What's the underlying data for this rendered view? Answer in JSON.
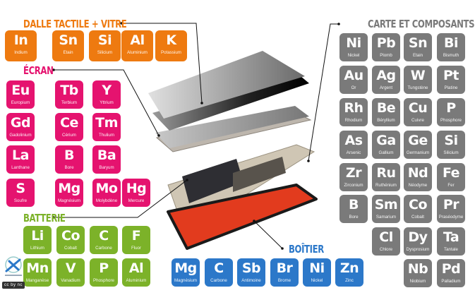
{
  "colors": {
    "dalle": "#ee7a10",
    "ecran": "#e5136f",
    "batterie": "#7cb229",
    "boitier": "#2c78c9",
    "carte": "#7a7a7a"
  },
  "groups": {
    "dalle": {
      "title": "DALLE TACTILE + VITRE",
      "elements": [
        {
          "symbol": "In",
          "name": "Indium"
        },
        {
          "symbol": "Sn",
          "name": "Etain"
        },
        {
          "symbol": "Si",
          "name": "Silicium"
        },
        {
          "symbol": "Al",
          "name": "Aluminium"
        },
        {
          "symbol": "K",
          "name": "Potassium"
        }
      ]
    },
    "ecran": {
      "title": "ÉCRAN",
      "elements": [
        {
          "symbol": "Eu",
          "name": "Europium"
        },
        {
          "symbol": "Tb",
          "name": "Terbium"
        },
        {
          "symbol": "Y",
          "name": "Yttrium"
        },
        {
          "symbol": "Gd",
          "name": "Gadolinium"
        },
        {
          "symbol": "Ce",
          "name": "Cérium"
        },
        {
          "symbol": "Tm",
          "name": "Thulium"
        },
        {
          "symbol": "La",
          "name": "Lanthane"
        },
        {
          "symbol": "B",
          "name": "Bore"
        },
        {
          "symbol": "Ba",
          "name": "Baryum"
        },
        {
          "symbol": "S",
          "name": "Soufre"
        },
        {
          "symbol": "Mg",
          "name": "Magnésium"
        },
        {
          "symbol": "Mo",
          "name": "Molybdène"
        },
        {
          "symbol": "Hg",
          "name": "Mercure"
        }
      ]
    },
    "batterie": {
      "title": "BATTERIE",
      "elements": [
        {
          "symbol": "Li",
          "name": "Lithium"
        },
        {
          "symbol": "Co",
          "name": "Cobalt"
        },
        {
          "symbol": "C",
          "name": "Carbone"
        },
        {
          "symbol": "F",
          "name": "Fluor"
        },
        {
          "symbol": "Mn",
          "name": "Manganèse"
        },
        {
          "symbol": "V",
          "name": "Vanadium"
        },
        {
          "symbol": "P",
          "name": "Phosphore"
        },
        {
          "symbol": "Al",
          "name": "Aluminium"
        }
      ]
    },
    "boitier": {
      "title": "BOÎTIER",
      "elements": [
        {
          "symbol": "Mg",
          "name": "Magnésium"
        },
        {
          "symbol": "C",
          "name": "Carbone"
        },
        {
          "symbol": "Sb",
          "name": "Antimoine"
        },
        {
          "symbol": "Br",
          "name": "Brome"
        },
        {
          "symbol": "Ni",
          "name": "Nickel"
        },
        {
          "symbol": "Zn",
          "name": "Zinc"
        }
      ]
    },
    "carte": {
      "title": "CARTE ET COMPOSANTS",
      "elements": [
        {
          "symbol": "Ni",
          "name": "Nickel"
        },
        {
          "symbol": "Pb",
          "name": "Plomb"
        },
        {
          "symbol": "Sn",
          "name": "Etain"
        },
        {
          "symbol": "Bi",
          "name": "Bismuth"
        },
        {
          "symbol": "Au",
          "name": "Or"
        },
        {
          "symbol": "Ag",
          "name": "Argent"
        },
        {
          "symbol": "W",
          "name": "Tungstène"
        },
        {
          "symbol": "Pt",
          "name": "Platine"
        },
        {
          "symbol": "Rh",
          "name": "Rhodium"
        },
        {
          "symbol": "Be",
          "name": "Béryllium"
        },
        {
          "symbol": "Cu",
          "name": "Cuivre"
        },
        {
          "symbol": "P",
          "name": "Phosphore"
        },
        {
          "symbol": "As",
          "name": "Arsenic"
        },
        {
          "symbol": "Ga",
          "name": "Gallium"
        },
        {
          "symbol": "Ge",
          "name": "Germanium"
        },
        {
          "symbol": "Si",
          "name": "Silicium"
        },
        {
          "symbol": "Zr",
          "name": "Zirconium"
        },
        {
          "symbol": "Ru",
          "name": "Ruthénium"
        },
        {
          "symbol": "Nd",
          "name": "Néodyme"
        },
        {
          "symbol": "Fe",
          "name": "Fer"
        },
        {
          "symbol": "B",
          "name": "Bore"
        },
        {
          "symbol": "Sm",
          "name": "Samarium"
        },
        {
          "symbol": "Co",
          "name": "Cobalt"
        },
        {
          "symbol": "Pr",
          "name": "Praséodyme"
        },
        {
          "symbol": "Cl",
          "name": "Chlore"
        },
        {
          "symbol": "Dy",
          "name": "Dysprosium"
        },
        {
          "symbol": "Ta",
          "name": "Tantale"
        },
        {
          "symbol": "Nb",
          "name": "Niobium"
        },
        {
          "symbol": "Pd",
          "name": "Palladium"
        }
      ]
    }
  },
  "footer": {
    "license_badge": "cc by nc sa"
  }
}
